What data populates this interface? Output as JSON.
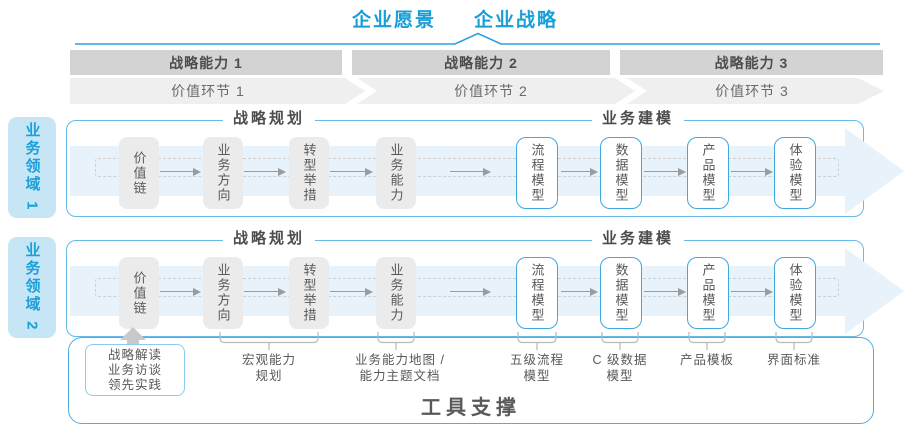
{
  "title": {
    "vision": "企业愿景",
    "strategy": "企业战略"
  },
  "capabilities": [
    "战略能力 1",
    "战略能力 2",
    "战略能力 3"
  ],
  "value_links": [
    "价值环节 1",
    "价值环节 2",
    "价值环节 3"
  ],
  "domains": [
    "业务领域 1",
    "业务领域 2"
  ],
  "lane": {
    "planning_header": "战略规划",
    "modeling_header": "业务建模",
    "planning_boxes": [
      "价值链",
      "业务方向",
      "转型举措",
      "业务能力"
    ],
    "modeling_boxes": [
      "流程模型",
      "数据模型",
      "产品模型",
      "体验模型"
    ]
  },
  "annotations": {
    "strategy_inputs": {
      "lines": [
        "战略解读",
        "业务访谈",
        "领先实践"
      ]
    },
    "macro_capability": {
      "lines": [
        "宏观能力",
        "规划"
      ]
    },
    "capability_map": {
      "lines": [
        "业务能力地图 /",
        "能力主题文档"
      ]
    },
    "process_model": {
      "lines": [
        "五级流程",
        "模型"
      ]
    },
    "data_model": {
      "lines": [
        "C 级数据",
        "模型"
      ]
    },
    "product_template": {
      "lines": [
        "产品模板"
      ]
    },
    "ui_standard": {
      "lines": [
        "界面标准"
      ]
    }
  },
  "footer": {
    "tools_label": "工具支撑"
  },
  "colors": {
    "accent_blue": "#189fd8",
    "line_blue": "#2da0d9",
    "lane_border_blue": "#66bae7",
    "box_border_blue": "#3fa8dc",
    "sidebar_fill": "#c7e6f5",
    "arrow_band_fill": "#e7f2fa",
    "capability_band_gray": "#d3d3d3",
    "value_band_gray": "#efefef",
    "box_fill_gray": "#ebebeb",
    "text_gray": "#595959"
  }
}
